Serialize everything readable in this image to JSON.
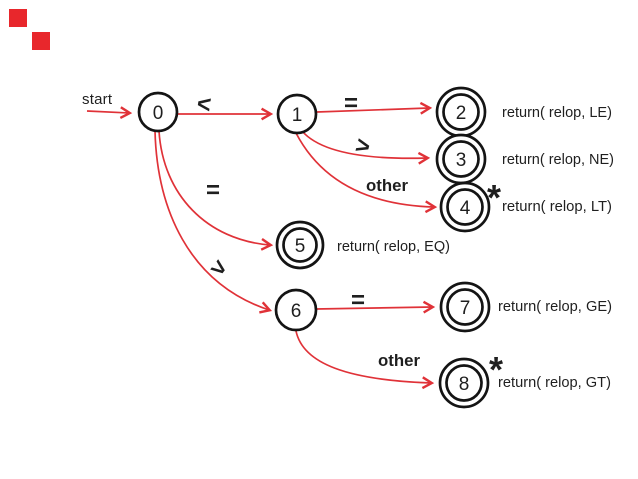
{
  "colors": {
    "background": "#ffffff",
    "edge_red": "#e03238",
    "node_stroke": "#141414",
    "text": "#1f1f1f",
    "decor_red": "#e8272c"
  },
  "start": {
    "label": "start"
  },
  "states": [
    {
      "id": "0",
      "accepting": false
    },
    {
      "id": "1",
      "accepting": false
    },
    {
      "id": "2",
      "accepting": true
    },
    {
      "id": "3",
      "accepting": true
    },
    {
      "id": "4",
      "accepting": true,
      "star": "*"
    },
    {
      "id": "5",
      "accepting": true
    },
    {
      "id": "6",
      "accepting": false
    },
    {
      "id": "7",
      "accepting": true
    },
    {
      "id": "8",
      "accepting": true,
      "star": "*"
    }
  ],
  "transitions": [
    {
      "from": "0",
      "to": "1",
      "label": "<"
    },
    {
      "from": "1",
      "to": "2",
      "label": "="
    },
    {
      "from": "1",
      "to": "3",
      "label": ">"
    },
    {
      "from": "1",
      "to": "4",
      "label": "other"
    },
    {
      "from": "0",
      "to": "5",
      "label": "="
    },
    {
      "from": "0",
      "to": "6",
      "label": ">"
    },
    {
      "from": "6",
      "to": "7",
      "label": "="
    },
    {
      "from": "6",
      "to": "8",
      "label": "other"
    }
  ],
  "actions": [
    {
      "state": "2",
      "text": "return( relop, LE)"
    },
    {
      "state": "3",
      "text": "return( relop, NE)"
    },
    {
      "state": "4",
      "text": "return( relop, LT)"
    },
    {
      "state": "5",
      "text": "return( relop, EQ)"
    },
    {
      "state": "7",
      "text": "return( relop, GE)"
    },
    {
      "state": "8",
      "text": "return( relop, GT)"
    }
  ]
}
